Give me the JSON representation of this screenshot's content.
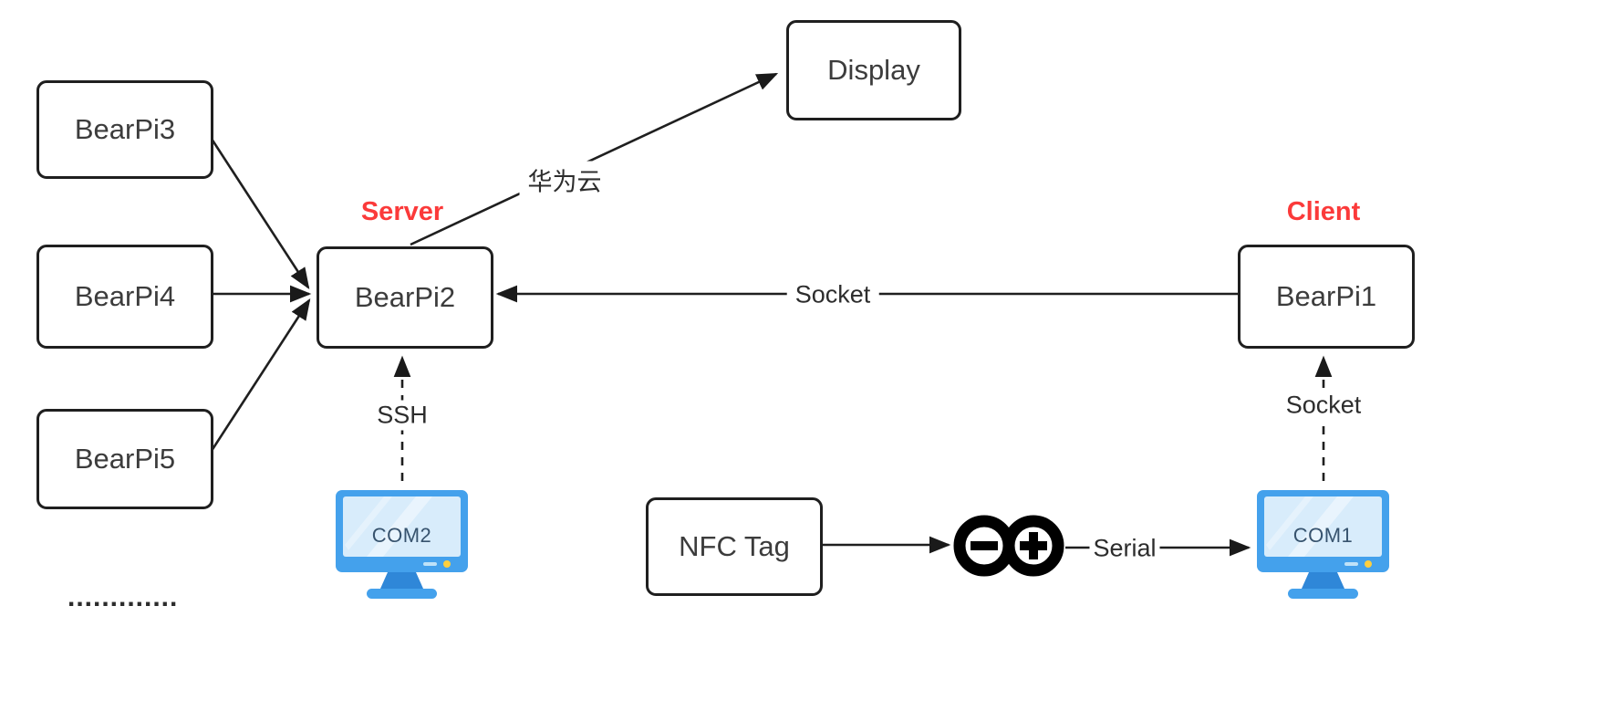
{
  "diagram": {
    "title": "BearPi network architecture diagram",
    "nodes": {
      "bearpi3": {
        "label": "BearPi3"
      },
      "bearpi4": {
        "label": "BearPi4"
      },
      "bearpi5": {
        "label": "BearPi5"
      },
      "bearpi2": {
        "label": "BearPi2"
      },
      "display": {
        "label": "Display"
      },
      "bearpi1": {
        "label": "BearPi1"
      },
      "nfc_tag": {
        "label": "NFC Tag"
      }
    },
    "roles": {
      "server": {
        "label": "Server"
      },
      "client": {
        "label": "Client"
      }
    },
    "edges": {
      "huawei_cloud": {
        "label": "华为云",
        "from": "BearPi2",
        "to": "Display"
      },
      "socket_main": {
        "label": "Socket",
        "from": "BearPi1",
        "to": "BearPi2"
      },
      "ssh": {
        "label": "SSH",
        "from": "COM2",
        "to": "BearPi2",
        "style": "dashed"
      },
      "socket_client": {
        "label": "Socket",
        "from": "COM1",
        "to": "BearPi1",
        "style": "dashed"
      },
      "serial": {
        "label": "Serial",
        "from": "Arduino",
        "to": "COM1"
      }
    },
    "devices": {
      "com2": {
        "label": "COM2"
      },
      "com1": {
        "label": "COM1"
      }
    },
    "ellipsis": "............."
  },
  "colors": {
    "role_label": "#fb3a3a",
    "line": "#1f1f1f",
    "monitor_frame": "#44a1ec",
    "monitor_screen": "#d8ecfb",
    "monitor_stand": "#2f87d8",
    "monitor_dot": "#ffcf3f",
    "arduino_black": "#000000"
  }
}
